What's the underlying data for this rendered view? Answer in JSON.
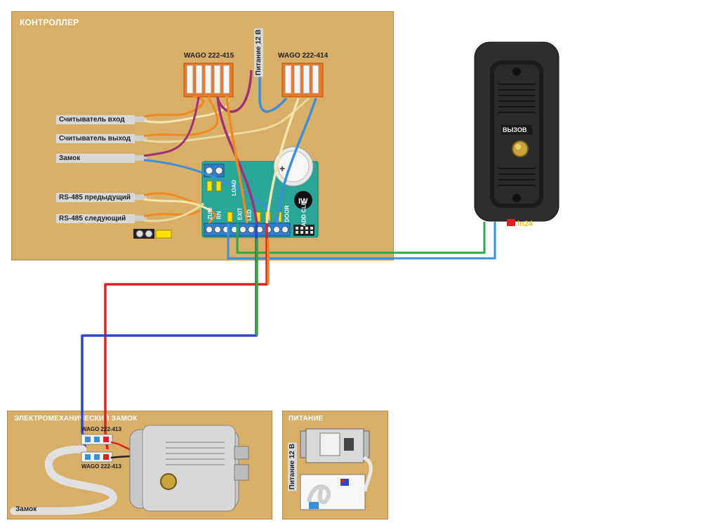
{
  "controller": {
    "title": "КОНТРОЛЛЕР",
    "wago_left": "WAGO 222-415",
    "wago_right": "WAGO 222-414",
    "power_label": "Питание 12 В",
    "inputs": [
      "Считыватель вход",
      "Считыватель выход",
      "Замок",
      "RS-485 предыдущий",
      "RS-485 следующий"
    ],
    "board_labels": [
      "LOAD",
      "ZUM",
      "RN",
      "EXIT",
      "LED",
      "DOOR",
      "ADD CLR"
    ]
  },
  "lock": {
    "title": "ЭЛЕКТРОМЕХАНИЧЕСКИЙ ЗАМОК",
    "wago_top": "WAGO 222-413",
    "wago_bottom": "WAGO 222-413",
    "cable_label": "Замок"
  },
  "power": {
    "title": "ПИТАНИЕ",
    "power_label": "Питание 12 В"
  },
  "doorbell": {
    "button_label": "ВЫЗОВ",
    "watermark": "in24"
  },
  "colors": {
    "panel": "#d9ae66",
    "wire_red": "#e02020",
    "wire_blue": "#2f46c8",
    "wire_green": "#2aa84a",
    "wire_cyan": "#3a8fd8",
    "wire_purple": "#a0307a",
    "wire_orange": "#f08a20",
    "board": "#2aa59a",
    "wago": "#f07820"
  }
}
